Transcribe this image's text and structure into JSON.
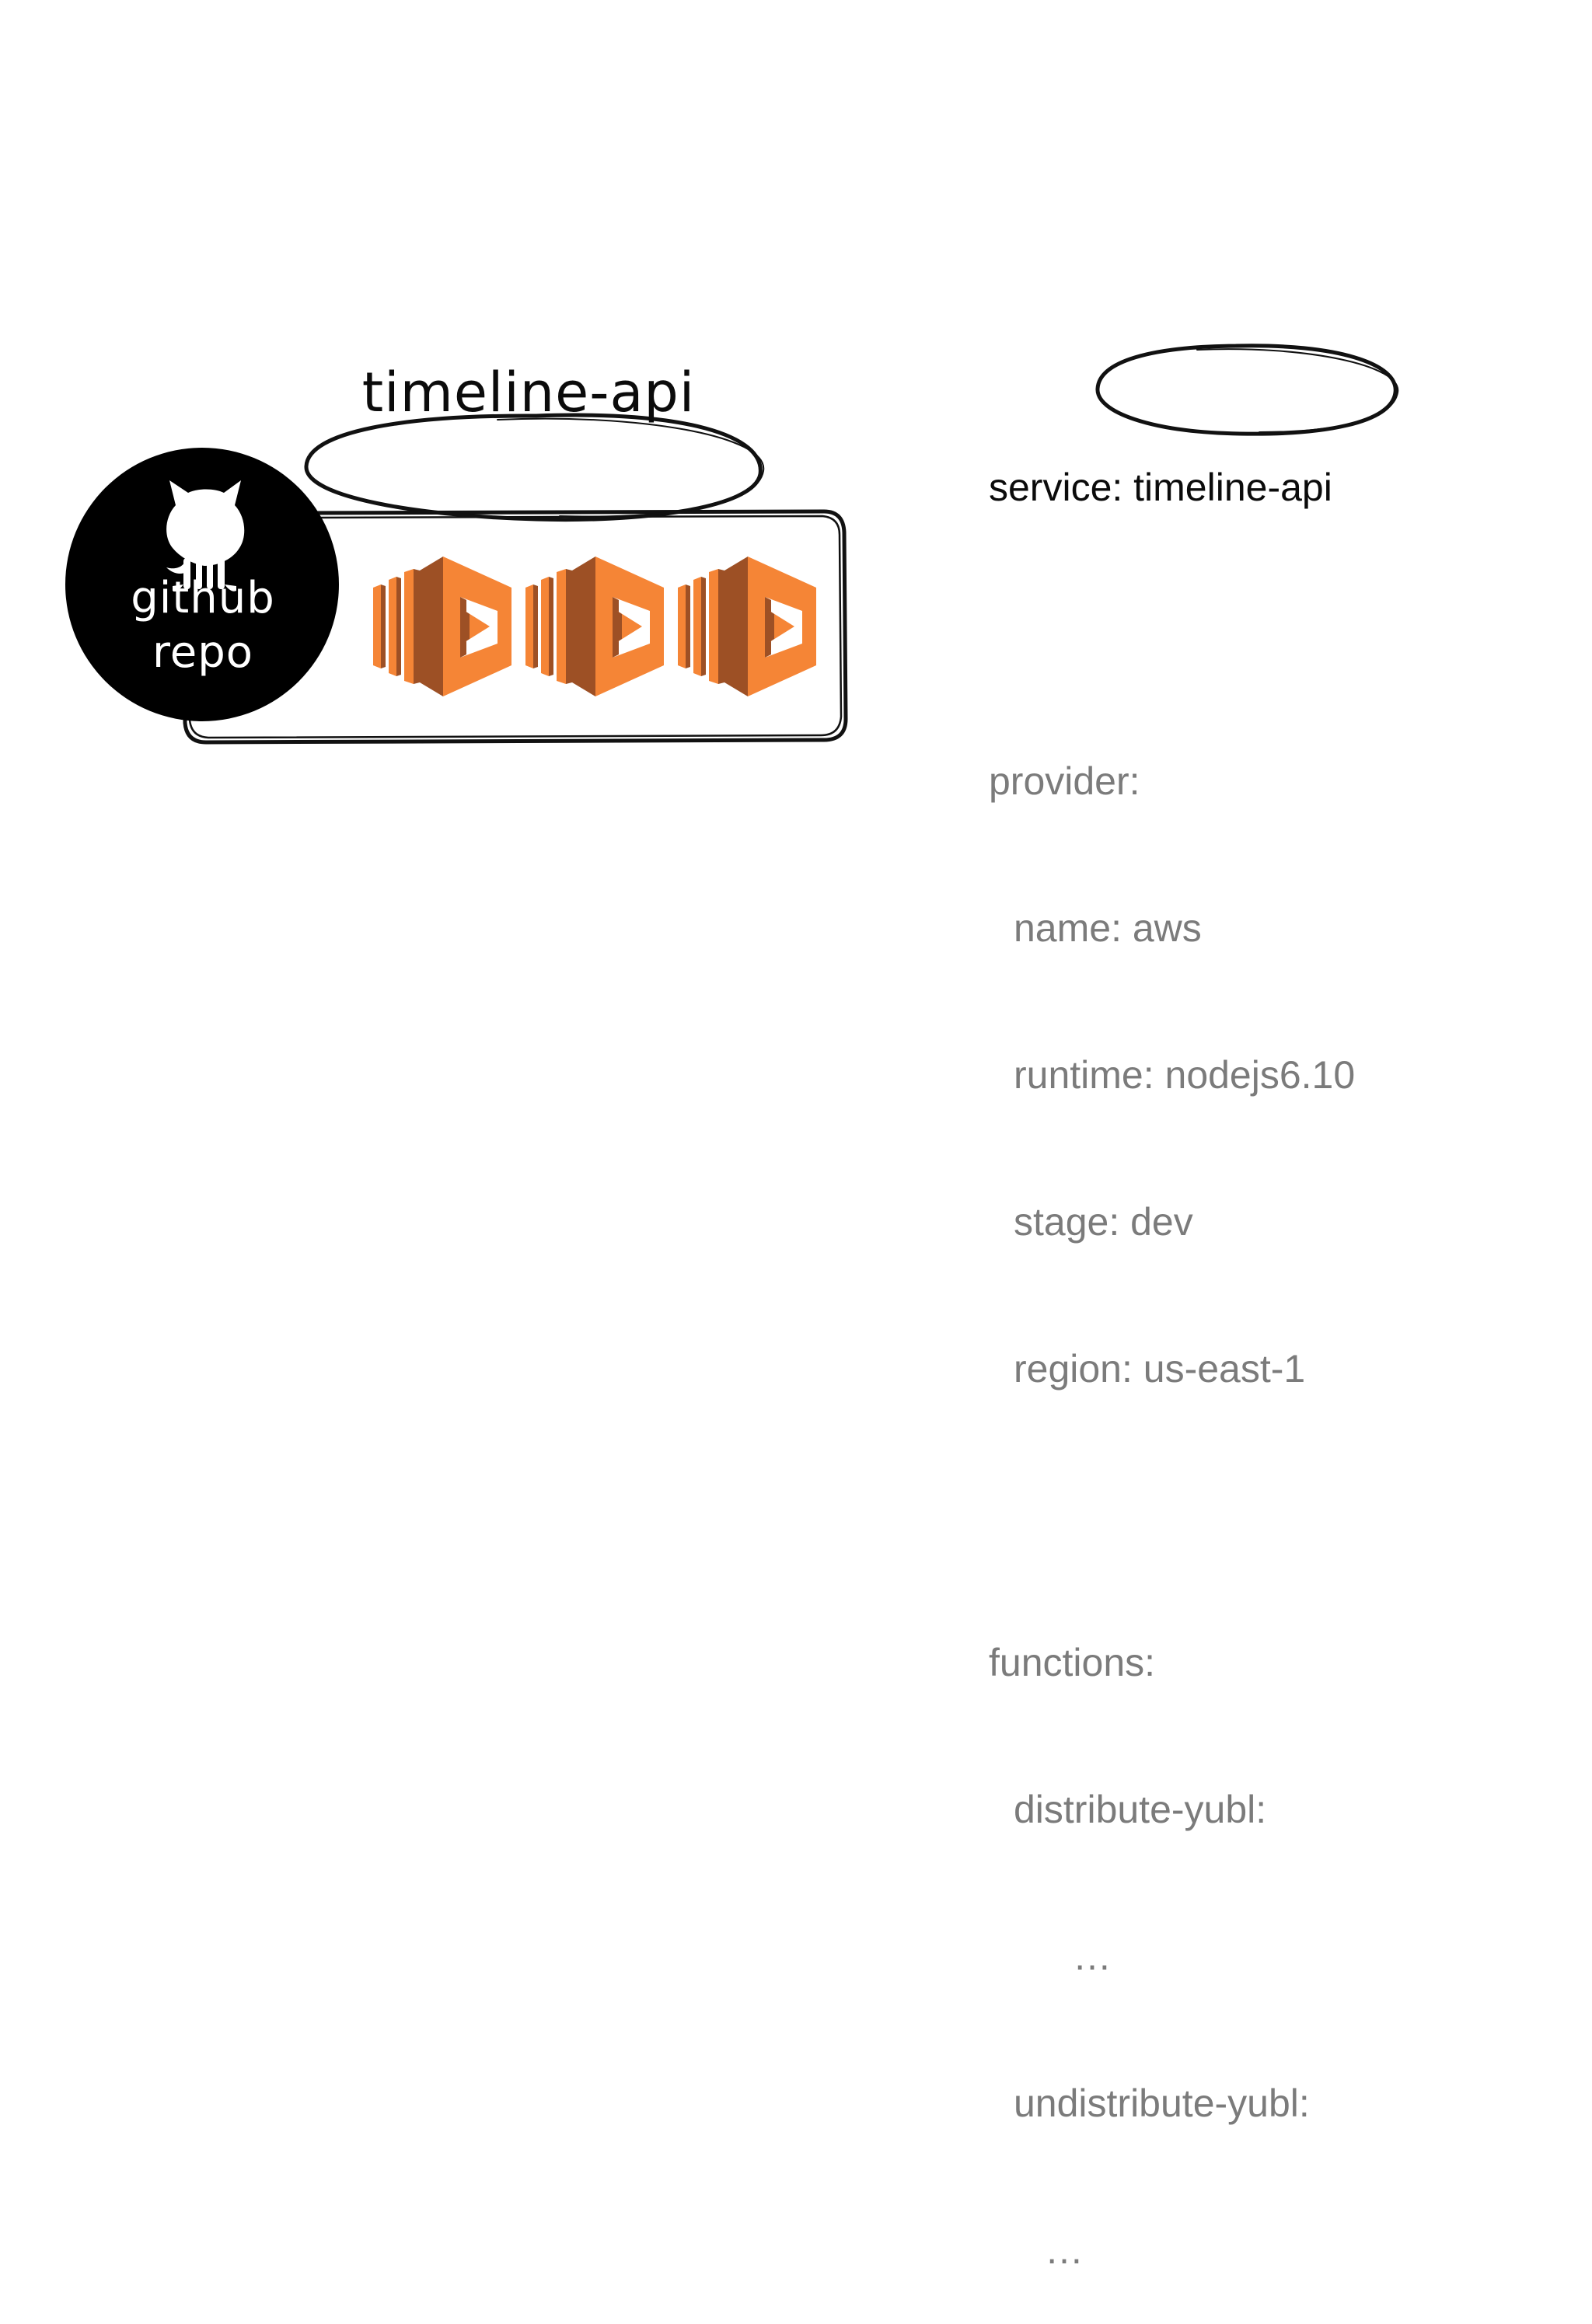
{
  "diagram": {
    "service_label": "timeline-api",
    "repo": {
      "line1": "github",
      "line2": "repo"
    },
    "icons": [
      "github-octocat-icon",
      "aws-lambda-icon",
      "aws-lambda-icon",
      "aws-lambda-icon"
    ],
    "colors": {
      "lambda_light": "#f58536",
      "lambda_dark": "#9d5025",
      "repo_circle": "#000000",
      "yaml_text": "#7b7b7b",
      "yaml_highlight": "#0b0b0b"
    }
  },
  "yaml": {
    "lines": [
      "service: timeline-api",
      "",
      "provider:",
      "name: aws",
      "runtime: nodejs6.10",
      "stage: dev",
      "region: us-east-1",
      "",
      "functions:",
      "distribute-yubl:",
      "…",
      "undistribute-yubl:",
      "…"
    ]
  }
}
